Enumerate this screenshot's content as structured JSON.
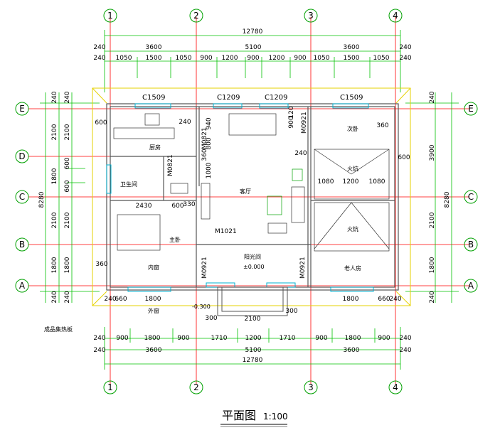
{
  "axes": {
    "columns": [
      "1",
      "2",
      "3",
      "4"
    ],
    "rows": [
      "E",
      "D",
      "C",
      "B",
      "A"
    ]
  },
  "dims": {
    "top_total": "12780",
    "top_bays": [
      "3600",
      "5100",
      "3600"
    ],
    "top_sub": [
      "1050",
      "1500",
      "1050",
      "900",
      "1200",
      "900",
      "1200",
      "900",
      "1050",
      "1500",
      "1050"
    ],
    "top_wall": [
      "240",
      "240"
    ],
    "bottom_total": "12780",
    "bottom_bays": [
      "3600",
      "5100",
      "3600"
    ],
    "bottom_sub": [
      "900",
      "1800",
      "900",
      "1710",
      "1200",
      "1710",
      "900",
      "1800",
      "900"
    ],
    "bottom_wall": [
      "240",
      "240"
    ],
    "left_outer": "8280",
    "left_rows": [
      "2100",
      "1800",
      "2100",
      "1800"
    ],
    "left_inner": [
      "2100",
      "600",
      "600",
      "2100",
      "1800"
    ],
    "right_outer": "8280",
    "right_rows": [
      "3900",
      "2100",
      "1800"
    ],
    "wall": "240"
  },
  "windows": {
    "c1509": "C1509",
    "c1209": "C1209"
  },
  "doors": {
    "m0921": "M0921",
    "m0821": "M0821",
    "m1021": "M1021"
  },
  "rooms": {
    "kitchen": "厨房",
    "bathroom": "卫生间",
    "master": "主卧",
    "living": "客厅",
    "sunroom": "阳光间",
    "second": "次卧",
    "kang1": "火炕",
    "kang2": "火炕",
    "elder": "老人房"
  },
  "notes": {
    "inner_window": "内窗",
    "outer_window": "外窗",
    "heater": "成品集热板",
    "level0": "±0.000",
    "level1": "-0.300"
  },
  "extra_dims": {
    "kitchen_w": "600",
    "kitchen_h": "240",
    "d940": "940",
    "d1000": "1000",
    "d800": "800",
    "d360": "360",
    "d2430": "2430",
    "d600b": "600",
    "d330": "330",
    "d900": "900",
    "d120": "120",
    "d1080a": "1080",
    "d1200": "1200",
    "d1080b": "1080",
    "d360r": "360",
    "d240r": "240",
    "d600r": "600",
    "d360l": "360",
    "porch_w": "2100",
    "porch_l": "300",
    "porch_r": "300",
    "d1800a": "1800",
    "d1800b": "1800",
    "d660": "660",
    "d240s": "240"
  },
  "title": {
    "name": "平面图",
    "scale": "1:100"
  }
}
